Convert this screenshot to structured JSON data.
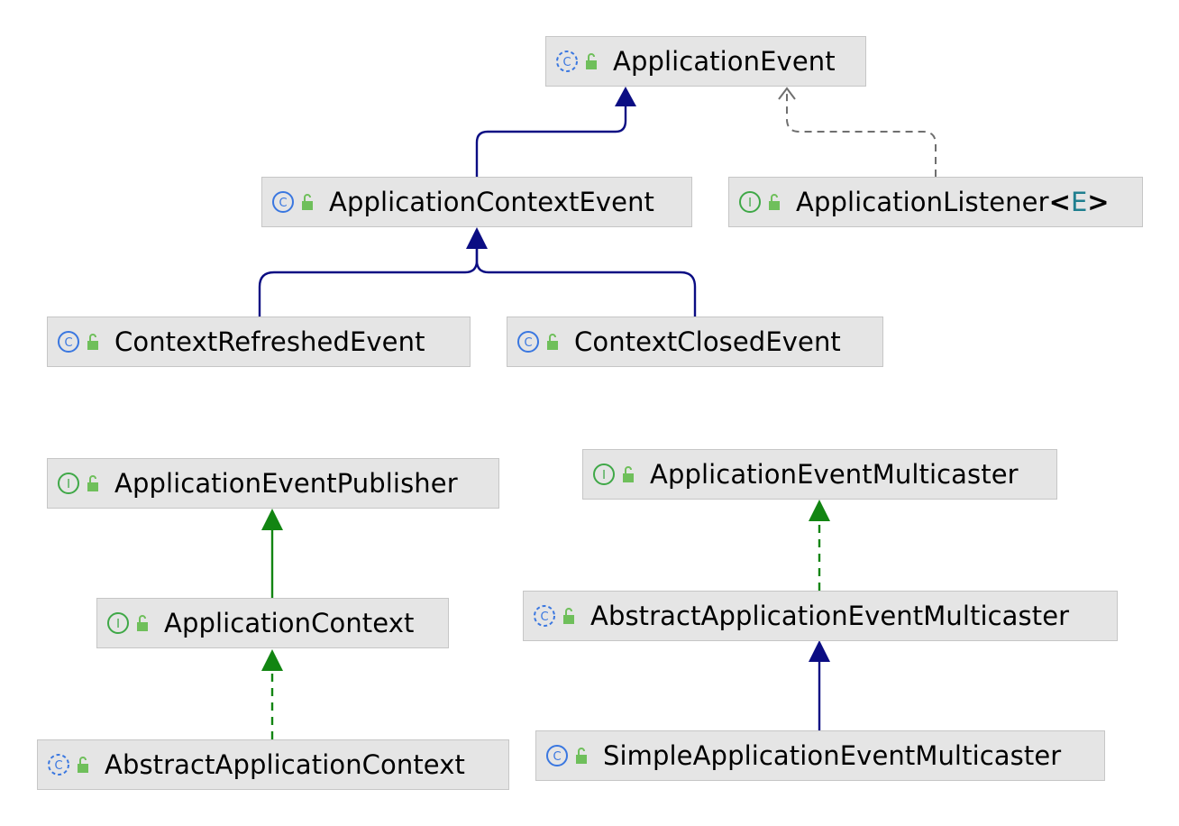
{
  "diagram": {
    "colors": {
      "node_fill": "#e5e5e5",
      "node_border": "#c6c6c6",
      "extends_edge": "#0b0d83",
      "implements_edge": "#128512",
      "dependency_edge": "#6f6f6f",
      "class_icon": "#3a77e0",
      "interface_icon": "#3fa847",
      "access_icon": "#6fbf5b",
      "type_param": "#1f7f8f"
    },
    "nodes": {
      "application_event": {
        "label": "ApplicationEvent",
        "kind": "abstract-class-icon"
      },
      "application_context_event": {
        "label": "ApplicationContextEvent",
        "kind": "class-icon"
      },
      "application_listener": {
        "label": "ApplicationListener",
        "type_param": "E",
        "kind": "interface-icon"
      },
      "context_refreshed_event": {
        "label": "ContextRefreshedEvent",
        "kind": "class-icon"
      },
      "context_closed_event": {
        "label": "ContextClosedEvent",
        "kind": "class-icon"
      },
      "application_event_publisher": {
        "label": "ApplicationEventPublisher",
        "kind": "interface-icon"
      },
      "application_context": {
        "label": "ApplicationContext",
        "kind": "interface-icon"
      },
      "abstract_application_context": {
        "label": "AbstractApplicationContext",
        "kind": "abstract-class-icon"
      },
      "application_event_multicaster": {
        "label": "ApplicationEventMulticaster",
        "kind": "interface-icon"
      },
      "abstract_application_event_multicaster": {
        "label": "AbstractApplicationEventMulticaster",
        "kind": "abstract-class-icon"
      },
      "simple_application_event_multicaster": {
        "label": "SimpleApplicationEventMulticaster",
        "kind": "class-icon"
      }
    },
    "edges": [
      {
        "from": "ApplicationContextEvent",
        "to": "ApplicationEvent",
        "type": "extends"
      },
      {
        "from": "ApplicationListener",
        "to": "ApplicationEvent",
        "type": "dependency"
      },
      {
        "from": "ContextRefreshedEvent",
        "to": "ApplicationContextEvent",
        "type": "extends"
      },
      {
        "from": "ContextClosedEvent",
        "to": "ApplicationContextEvent",
        "type": "extends"
      },
      {
        "from": "ApplicationContext",
        "to": "ApplicationEventPublisher",
        "type": "extends-interface"
      },
      {
        "from": "AbstractApplicationContext",
        "to": "ApplicationContext",
        "type": "implements"
      },
      {
        "from": "AbstractApplicationEventMulticaster",
        "to": "ApplicationEventMulticaster",
        "type": "implements"
      },
      {
        "from": "SimpleApplicationEventMulticaster",
        "to": "AbstractApplicationEventMulticaster",
        "type": "extends"
      }
    ]
  }
}
